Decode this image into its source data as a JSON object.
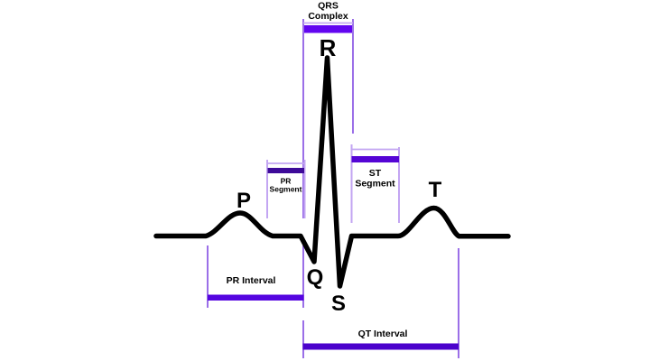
{
  "diagram": "ECG waveform with labeled waves, segments and intervals",
  "colors": {
    "background": "#ffffff",
    "waveform": "#000000",
    "text": "#000000",
    "guide_medium": "#9b6fe8",
    "guide_light": "#c3a6f2"
  },
  "wave_labels": {
    "p": "P",
    "q": "Q",
    "r": "R",
    "s": "S",
    "t": "T"
  },
  "annotations": {
    "qrs_complex": {
      "line1": "QRS",
      "line2": "Complex",
      "bar_color": "#6205f0"
    },
    "pr_segment": {
      "line1": "PR",
      "line2": "Segment",
      "bar_color": "#3d0a99"
    },
    "st_segment": {
      "line1": "ST",
      "line2": "Segment",
      "bar_color": "#5505d5"
    },
    "pr_interval": {
      "label": "PR Interval",
      "bar_color": "#5505e0"
    },
    "qt_interval": {
      "label": "QT Interval",
      "bar_color": "#4b02cc"
    }
  }
}
